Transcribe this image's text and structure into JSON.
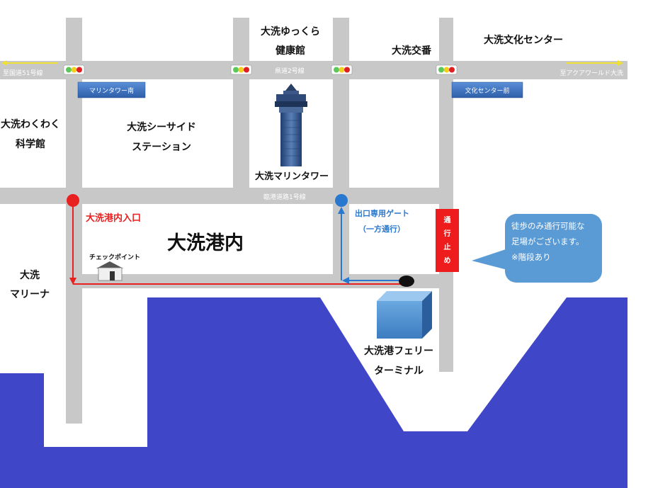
{
  "roads": {
    "west_label": "至国道51号線",
    "center_label": "県道2号線",
    "east_label": "至アクアワールド大洗",
    "middle_label": "臨港道路1号線"
  },
  "bus_stops": {
    "marine_tower_south": "マリンタワー南",
    "culture_center_front": "文化センター前"
  },
  "places": {
    "yukkura_line1": "大洗ゆっくら",
    "yukkura_line2": "健康館",
    "police_box": "大洗交番",
    "culture_center": "大洗文化センター",
    "wakuwaku_line1": "大洗わくわく",
    "wakuwaku_line2": "科学館",
    "seaside_line1": "大洗シーサイド",
    "seaside_line2": "ステーション",
    "marine_tower": "大洗マリンタワー",
    "port_area": "大洗港内",
    "marina_line1": "大洗",
    "marina_line2": "マリーナ",
    "ferry_line1": "大洗港フェリー",
    "ferry_line2": "ターミナル"
  },
  "route": {
    "entrance": "大洗港内入口",
    "exit_line1": "出口専用ゲート",
    "exit_line2": "（一方通行）",
    "checkpoint": "チェックポイント"
  },
  "closed_road": [
    "通",
    "行",
    "止",
    "め"
  ],
  "callout": {
    "line1": "徒歩のみ通行可能な",
    "line2": "足場がございます。",
    "line3": "※階段あり"
  },
  "colors": {
    "road": "#c8c8c8",
    "sea": "#4046c8",
    "entrance_route": "#e82020",
    "exit_route": "#2878d0",
    "closed": "#ee1c1c",
    "callout": "#5b9bd5",
    "bus_stop": "#3d73c4",
    "arrow": "#f0e030"
  }
}
